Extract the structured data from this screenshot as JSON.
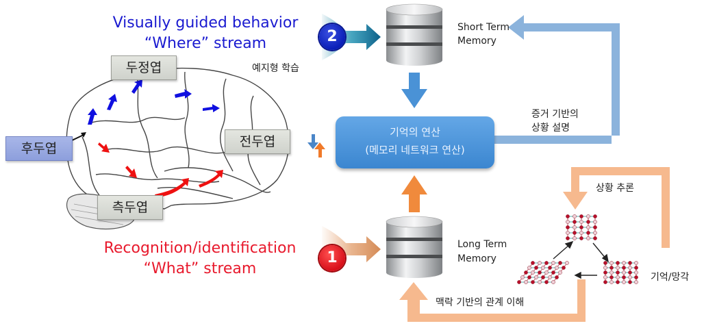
{
  "streams": {
    "where_title": "Visually guided behavior",
    "where_subtitle": "“Where” stream",
    "what_title": "Recognition/identification",
    "what_subtitle": "“What” stream"
  },
  "lobes": {
    "parietal": "두정엽",
    "occipital": "후두엽",
    "frontal": "전두엽",
    "temporal": "측두엽"
  },
  "labels": {
    "predictive_learning": "예지형 학습",
    "short_term_memory_line1": "Short Term",
    "short_term_memory_line2": "Memory",
    "long_term_memory_line1": "Long Term",
    "long_term_memory_line2": "Memory",
    "evidence_line1": "증거 기반의",
    "evidence_line2": "상황 설명",
    "situation_inference": "상황 추론",
    "memory_forget": "기억/망각",
    "context_relation": "맥락 기반의 관계 이해"
  },
  "memory_op": {
    "line1": "기억의 연산",
    "line2": "(메모리 네트워크 연산)"
  },
  "badges": {
    "one": "1",
    "two": "2"
  },
  "colors": {
    "where_blue": "#1a1ad0",
    "what_red": "#e8192c",
    "flow_blue": "#8bb3dc",
    "flow_orange": "#f6b98e",
    "op_box": "#4a93da",
    "badge_red": "#e0141c",
    "badge_blue": "#0a1fb8"
  }
}
